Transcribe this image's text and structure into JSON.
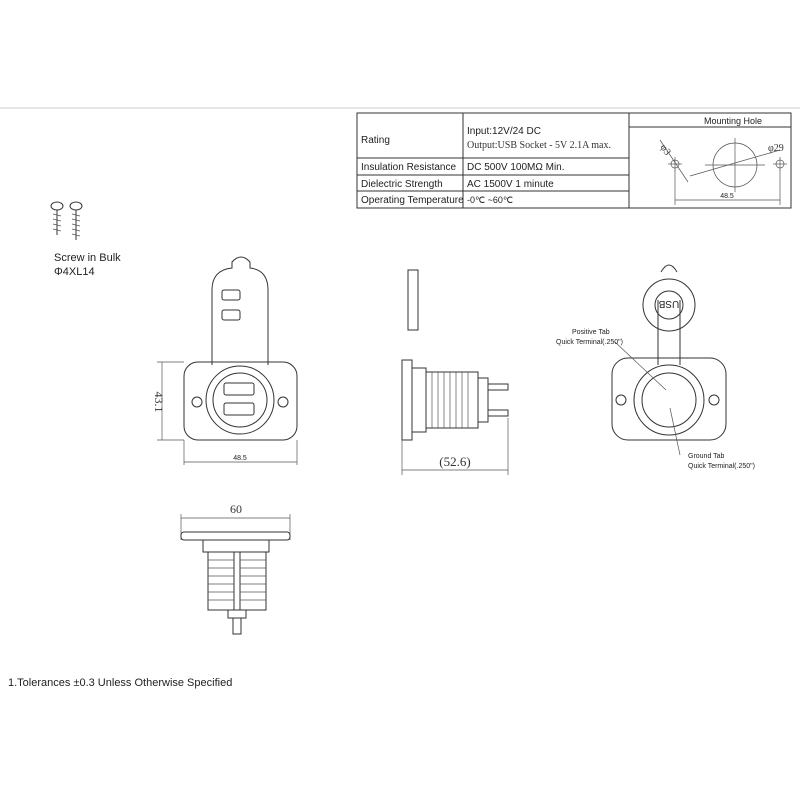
{
  "spec_table": {
    "rows": [
      {
        "label": "Rating",
        "value_line1": "Input:12V/24 DC",
        "value_line2": "Output:USB Socket -  5V 2.1A max."
      },
      {
        "label": "Insulation Resistance",
        "value": "DC 500V 100MΩ Min."
      },
      {
        "label": "Dielectric Strength",
        "value": "AC 1500V 1 minute"
      },
      {
        "label": "Operating Temperature",
        "value": "-0℃ ~60℃"
      }
    ]
  },
  "mounting_hole": {
    "title": "Mounting Hole",
    "small_dia": "φ3",
    "large_dia": "φ29",
    "spacing": "48.5"
  },
  "screw": {
    "label": "Screw in Bulk",
    "size": "Φ4XL14"
  },
  "front_view": {
    "height_dim": "43.1",
    "width_dim": "48.5"
  },
  "side_view": {
    "depth_dim": "(52.6)"
  },
  "bottom_view": {
    "width_dim": "60"
  },
  "rear_view": {
    "cap_text": "USB",
    "positive_label_1": "Positive Tab",
    "positive_label_2": "Quick Terminal(.250\")",
    "ground_label_1": "Ground Tab",
    "ground_label_2": "Quick Terminal(.250\")"
  },
  "note": "1.Tolerances ±0.3 Unless Otherwise Specified"
}
